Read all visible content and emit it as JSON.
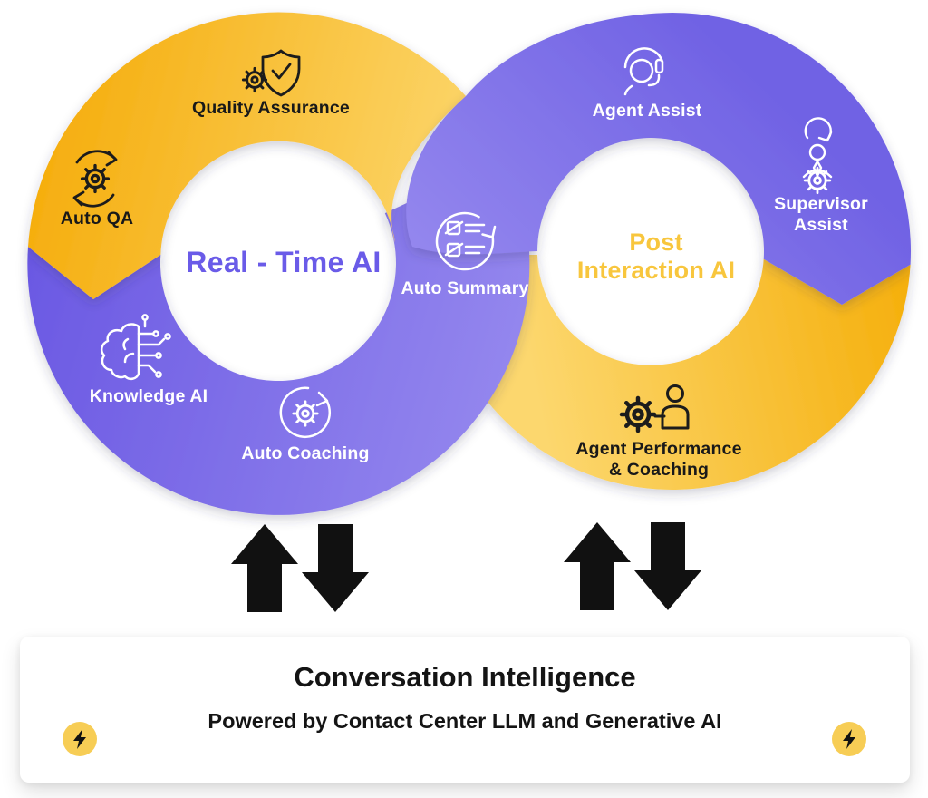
{
  "diagram": {
    "left_ring": {
      "center_label": "Real - Time AI",
      "items": [
        {
          "label": "Quality Assurance",
          "icon": "gear-shield-icon"
        },
        {
          "label": "Auto QA",
          "icon": "gear-refresh-icon"
        },
        {
          "label": "Knowledge AI",
          "icon": "brain-circuit-icon"
        },
        {
          "label": "Auto Coaching",
          "icon": "gear-cycle-icon"
        }
      ]
    },
    "bridge": {
      "label": "Auto Summary",
      "icon": "checklist-cycle-icon"
    },
    "right_ring": {
      "center_label_line1": "Post",
      "center_label_line2": "Interaction AI",
      "items": [
        {
          "label": "Agent Assist",
          "icon": "agent-headset-icon"
        },
        {
          "label_line1": "Supervisor",
          "label_line2": "Assist",
          "icon": "supervisor-gear-icon"
        },
        {
          "label_line1": "Agent Performance",
          "label_line2": "& Coaching",
          "icon": "gear-person-icon"
        }
      ]
    },
    "colors": {
      "yellow_dark": "#F5AE0C",
      "yellow_light": "#FCD76C",
      "purple_dark": "#6B59E3",
      "purple_light": "#9487EE",
      "real_time_text": "#6A5BE8",
      "post_interaction_text": "#F8C63D",
      "arrow_black": "#111111",
      "bolt_badge_yellow": "#F7CD55"
    }
  },
  "footer": {
    "title": "Conversation Intelligence",
    "subtitle": "Powered by Contact Center LLM and Generative AI",
    "left_icon": "lightning-bolt-icon",
    "right_icon": "lightning-bolt-icon"
  }
}
